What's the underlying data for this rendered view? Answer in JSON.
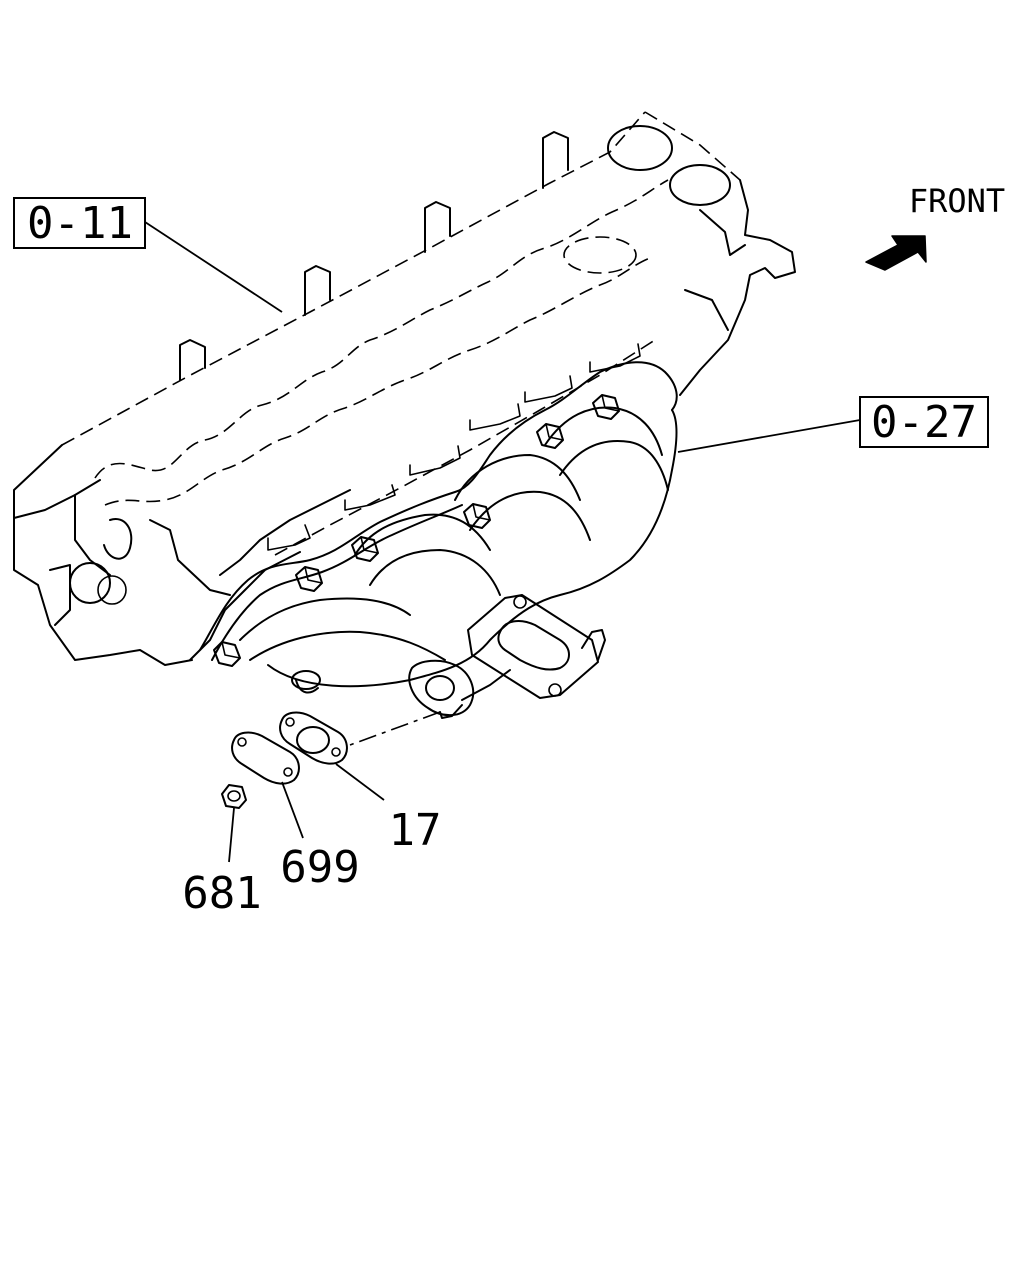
{
  "figure": {
    "refs": [
      {
        "id": "ref-0-11",
        "label": "0-11"
      },
      {
        "id": "ref-0-27",
        "label": "0-27"
      }
    ],
    "parts": [
      {
        "id": "part-17",
        "number": "17",
        "name": "gasket"
      },
      {
        "id": "part-699",
        "number": "699",
        "name": "plate"
      },
      {
        "id": "part-681",
        "number": "681",
        "name": "nut"
      }
    ],
    "direction": {
      "label": "FRONT",
      "icon": "front-arrow-icon"
    }
  }
}
